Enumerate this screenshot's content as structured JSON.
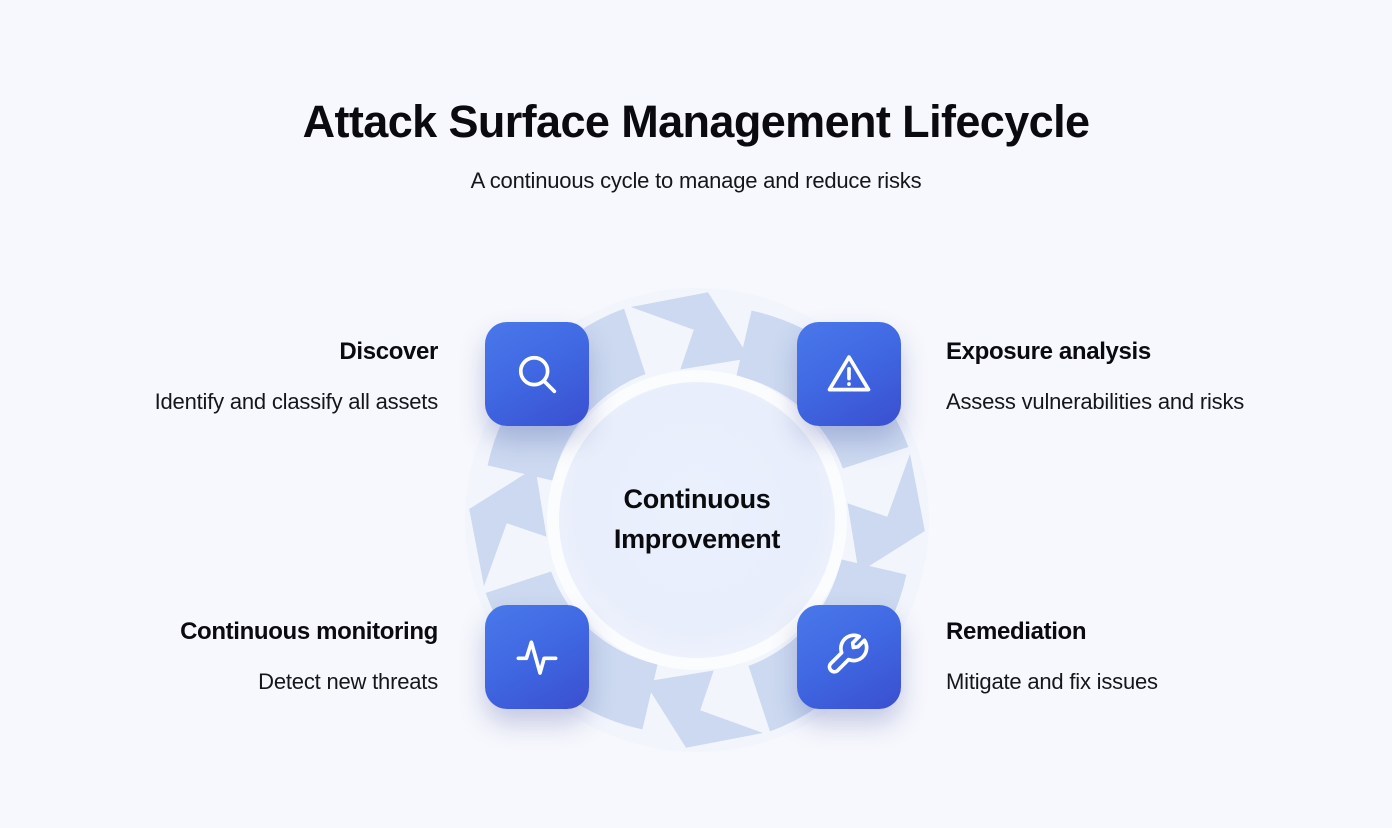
{
  "header": {
    "title": "Attack Surface Management Lifecycle",
    "subtitle": "A continuous cycle to manage and reduce risks"
  },
  "center": {
    "line1": "Continuous",
    "line2": "Improvement"
  },
  "steps": [
    {
      "id": "discover",
      "title": "Discover",
      "description": "Identify and classify all assets",
      "icon": "search-icon",
      "position": "top-left"
    },
    {
      "id": "exposure-analysis",
      "title": "Exposure analysis",
      "description": "Assess vulnerabilities and risks",
      "icon": "warning-triangle-icon",
      "position": "top-right"
    },
    {
      "id": "remediation",
      "title": "Remediation",
      "description": "Mitigate and fix issues",
      "icon": "wrench-icon",
      "position": "bottom-right"
    },
    {
      "id": "continuous-monitoring",
      "title": "Continuous monitoring",
      "description": "Detect new threats",
      "icon": "activity-pulse-icon",
      "position": "bottom-left"
    }
  ],
  "colors": {
    "background": "#f7f8fd",
    "ring_arrow": "#ccd9f0",
    "inner_circle": "#e9effb",
    "tile_gradient_start": "#4a78ea",
    "tile_gradient_end": "#3a4fd0",
    "icon_stroke": "#ffffff",
    "heading_text": "#0a0a0f",
    "body_text": "#15161c"
  }
}
